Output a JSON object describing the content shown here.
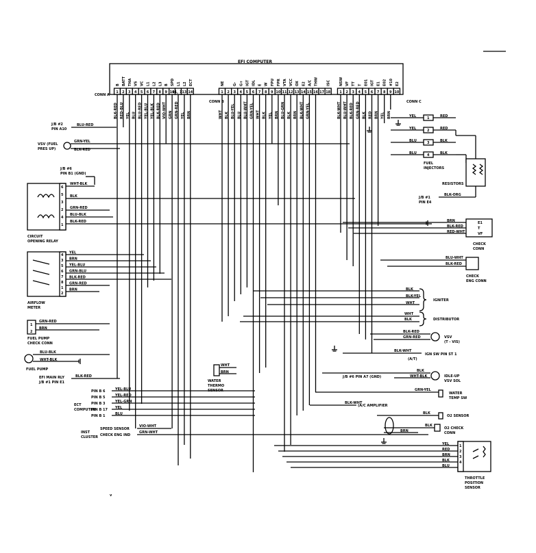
{
  "ecu": {
    "title": "EFI COMPUTER",
    "conn_a": "CONN A",
    "conn_b": "CONN B",
    "conn_c": "CONN C",
    "left_pins": [
      {
        "num": "1",
        "name": "B"
      },
      {
        "num": "2",
        "name": "BATT"
      },
      {
        "num": "3",
        "name": "THA"
      },
      {
        "num": "4",
        "name": "VS"
      },
      {
        "num": "5",
        "name": "VC"
      },
      {
        "num": "6",
        "name": "L1"
      },
      {
        "num": "7",
        "name": "L2"
      },
      {
        "num": "8",
        "name": "L3"
      },
      {
        "num": "9",
        "name": "B"
      },
      {
        "num": "10",
        "name": "SPD"
      },
      {
        "num": "11, 12",
        "name": "L1"
      },
      {
        "num": "13",
        "name": "L2"
      },
      {
        "num": "14",
        "name": "ECT"
      }
    ],
    "mid_pins": [
      {
        "num": "1",
        "name": "NE"
      },
      {
        "num": "2",
        "name": ""
      },
      {
        "num": "3",
        "name": "G-"
      },
      {
        "num": "4",
        "name": "G+"
      },
      {
        "num": "5",
        "name": "IGT"
      },
      {
        "num": "6",
        "name": "IDL"
      },
      {
        "num": "7",
        "name": "E"
      },
      {
        "num": "8",
        "name": "W"
      },
      {
        "num": "9",
        "name": "FPU"
      },
      {
        "num": "10",
        "name": "FPR"
      },
      {
        "num": "11",
        "name": "VTA"
      },
      {
        "num": "12",
        "name": "VCC"
      },
      {
        "num": "13",
        "name": "OX"
      },
      {
        "num": "14",
        "name": "E2"
      },
      {
        "num": "15",
        "name": "A/C"
      },
      {
        "num": "16",
        "name": "THW"
      },
      {
        "num": "17",
        "name": ""
      },
      {
        "num": "18",
        "name": "ISC"
      }
    ],
    "right_pins": [
      {
        "num": "1",
        "name": "NSW"
      },
      {
        "num": "2",
        "name": "VF"
      },
      {
        "num": "3",
        "name": "TT"
      },
      {
        "num": "4",
        "name": "T"
      },
      {
        "num": "5",
        "name": "E01"
      },
      {
        "num": "6",
        "name": "IGT"
      },
      {
        "num": "7",
        "name": "E1"
      },
      {
        "num": "8",
        "name": "E02"
      },
      {
        "num": "9",
        "name": "#10"
      },
      {
        "num": "10",
        "name": "E2"
      }
    ],
    "wire_colors_left": [
      "BLK-RED",
      "RED-BLU",
      "YEL",
      "BLU",
      "BLU-RED",
      "YEL-BLU",
      "YEL-BLK",
      "BLK-RED",
      "VIO-WHT",
      "GRN",
      "GRN-RED",
      "YEL",
      "BRN"
    ],
    "wire_colors_mid": [
      "WHT",
      "BLK",
      "BLU-YEL",
      "BLU",
      "BLU-WHT",
      "GRN-YEL",
      "WHT",
      "BLK",
      "YEL",
      "BRN",
      "BLU-GRN",
      "BLK",
      "BRN",
      "BLK-WHT",
      "GRN-YEL"
    ],
    "wire_colors_right": [
      "BLK-WHT",
      "BLU-WHT",
      "BLK-RED",
      "GRN-RED",
      "BLK",
      "RED",
      "BRN",
      "YEL",
      "BRN"
    ]
  },
  "left": {
    "jb2_label": "J/B #2\nPIN A10",
    "jb2_wire": "BLU-RED",
    "vsv_label": "VSV (FUEL\nPRES UP)",
    "vsv_wires": [
      "GRN-YEL",
      "BLK-RED"
    ],
    "jb6_label": "J/B #6\nPIN B1 (GND)",
    "relay_wires": [
      "WHT-BLK",
      "BLK",
      "GRN-RED",
      "BLU-BLK",
      "BLK-RED"
    ],
    "relay_pins": [
      "6",
      "5",
      "3",
      "2",
      "4",
      "1"
    ],
    "relay_label": "CIRCUIT\nOPENING RELAY",
    "meter_wires": [
      "YEL",
      "BRN",
      "YEL-BLU",
      "GRN-BLU",
      "BLK-RED",
      "GRN-RED",
      "BRN"
    ],
    "meter_pins": [
      "4",
      "3",
      "5",
      "6",
      "7",
      "8",
      "1",
      "2"
    ],
    "meter_label": "AIRFLOW\nMETER",
    "fp_check_wires": [
      "GRN-RED",
      "BRN"
    ],
    "fp_check_pins": [
      "1",
      "2"
    ],
    "fp_check_label": "FUEL PUMP\nCHECK CONN",
    "fuel_pump_wires": [
      "BLU-BLK",
      "WHT-BLK"
    ],
    "fuel_pump_label": "FUEL PUMP",
    "efi_main_label": "EFI MAIN RLY\nJ/B #1 PIN E1",
    "efi_main_wire": "BLK-RED",
    "ect_label": "ECT\nCOMPUTER",
    "ect_pins": [
      "PIN B 6",
      "PIN B 5",
      "PIN B 3",
      "PIN B 17",
      "PIN B 1"
    ],
    "ect_wires": [
      "YEL-BLU",
      "YEL-RED",
      "YEL-GRN",
      "YEL",
      "BLU"
    ],
    "cluster_label": "INST\nCLUSTER",
    "cluster_items": [
      "SPEED SENSOR",
      "CHECK ENG IND"
    ],
    "cluster_wires": [
      "VIO-WHT",
      "GRN-WHT"
    ]
  },
  "center": {
    "water_label": "WATER\nTHERMO\nSENSOR",
    "water_wires": [
      "WHT",
      "BRN"
    ]
  },
  "right": {
    "injector_wires": [
      "YEL",
      "RED",
      "YEL",
      "RED",
      "BLU",
      "BLK",
      "BLU",
      "BLK"
    ],
    "injector_pins": [
      "1",
      "2",
      "3",
      "4"
    ],
    "injector_label": "FUEL\nINJECTORS",
    "resistor_label": "RESISTORS",
    "jb1_label": "J/B #1\nPIN E4",
    "jb1_wire": "BLK-ORG",
    "check_conn_wires": [
      "BRN",
      "BLK-RED",
      "RED-WHT"
    ],
    "check_conn_pins": [
      "E1",
      "T",
      "VF"
    ],
    "check_conn_label": "CHECK\nCONN",
    "check_eng_wires": [
      "BLU-WHT",
      "BLK-RED"
    ],
    "check_eng_label": "CHECK\nENG CONN",
    "igniter_wires": [
      "BLK",
      "BLK-YEL",
      "WHT"
    ],
    "igniter_label": "IGNITER",
    "distributor_wires": [
      "WHT",
      "BLK"
    ],
    "distributor_label": "DISTRIBUTOR",
    "vsv_tvis_wires": [
      "BLK-RED",
      "GRN-RED"
    ],
    "vsv_tvis_label": "VSV\n(T - VIS)",
    "ign_sw_wire": "BLK-WHT",
    "ign_sw_label": "IGN SW PIN ST 1",
    "ign_sw_note": "(A/T)",
    "idle_up_wires": [
      "BLK",
      "WHT-BLK"
    ],
    "idle_up_jb": "J/B #6 PIN A7 (GND)",
    "idle_up_label": "IDLE-UP\nVSV SOL",
    "water_temp_wire": "GRN-YEL",
    "water_temp_label": "WATER\nTEMP SW",
    "ac_wire": "BLK-WHT",
    "ac_label": "(A/C AMPLIFIER",
    "o2_sensor_wire": "BLK",
    "o2_sensor_label": "O2 SENSOR",
    "o2_check_wires": [
      "BLK",
      "BRN"
    ],
    "o2_check_label": "O2 CHECK\nCONN",
    "tps_wires": [
      "YEL",
      "RED",
      "BRN",
      "BLK",
      "BLU"
    ],
    "tps_pins": [
      "1",
      "2",
      "3",
      "4"
    ],
    "tps_label": "THROTTLE\nPOSITION\nSENSOR"
  }
}
